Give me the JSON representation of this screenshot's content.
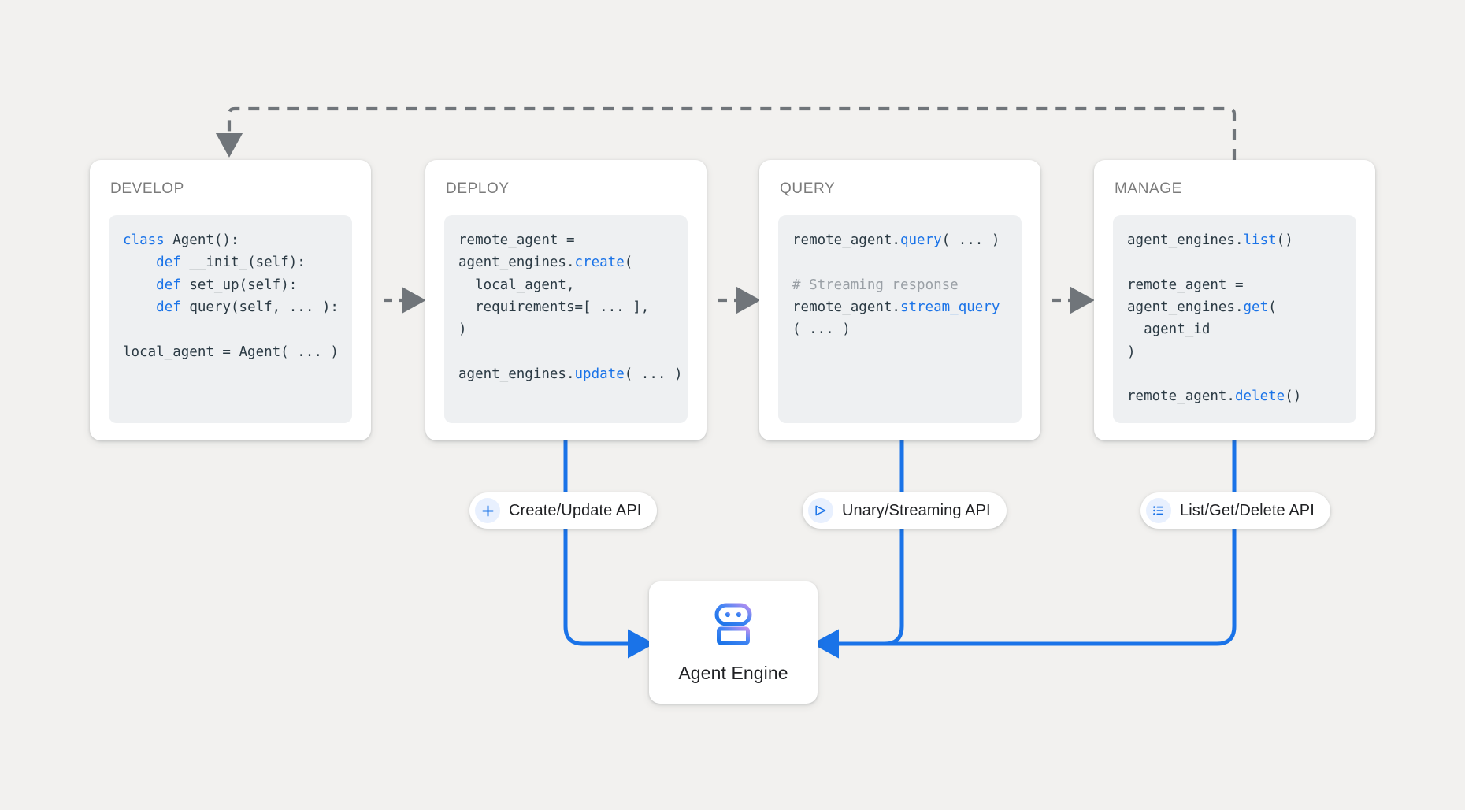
{
  "diagram": {
    "title_hidden": "",
    "colors": {
      "background": "#f2f1ef",
      "card": "#ffffff",
      "code_bg": "#eef0f2",
      "accent_blue": "#1a73e8",
      "keyword_blue": "#1a73e8",
      "comment_gray": "#9aa0a6",
      "dashed_gray": "#70757a",
      "stage_title_gray": "#7b7b7b"
    },
    "stages": [
      {
        "id": "develop",
        "title": "DEVELOP",
        "code_lines": [
          {
            "segments": [
              {
                "t": "class ",
                "c": "kw"
              },
              {
                "t": "Agent():",
                "c": ""
              }
            ]
          },
          {
            "segments": [
              {
                "t": "    ",
                "c": ""
              },
              {
                "t": "def ",
                "c": "kw"
              },
              {
                "t": "__init_(self):",
                "c": ""
              }
            ]
          },
          {
            "segments": [
              {
                "t": "    ",
                "c": ""
              },
              {
                "t": "def ",
                "c": "kw"
              },
              {
                "t": "set_up(self):",
                "c": ""
              }
            ]
          },
          {
            "segments": [
              {
                "t": "    ",
                "c": ""
              },
              {
                "t": "def ",
                "c": "kw"
              },
              {
                "t": "query(self, ... ):",
                "c": ""
              }
            ]
          },
          {
            "segments": [
              {
                "t": "",
                "c": ""
              }
            ]
          },
          {
            "segments": [
              {
                "t": "local_agent = Agent( ... )",
                "c": ""
              }
            ]
          }
        ]
      },
      {
        "id": "deploy",
        "title": "DEPLOY",
        "code_lines": [
          {
            "segments": [
              {
                "t": "remote_agent =",
                "c": ""
              }
            ]
          },
          {
            "segments": [
              {
                "t": "agent_engines.",
                "c": ""
              },
              {
                "t": "create",
                "c": "fn"
              },
              {
                "t": "(",
                "c": ""
              }
            ]
          },
          {
            "segments": [
              {
                "t": "  local_agent,",
                "c": ""
              }
            ]
          },
          {
            "segments": [
              {
                "t": "  requirements=[ ... ],",
                "c": ""
              }
            ]
          },
          {
            "segments": [
              {
                "t": ")",
                "c": ""
              }
            ]
          },
          {
            "segments": [
              {
                "t": "",
                "c": ""
              }
            ]
          },
          {
            "segments": [
              {
                "t": "agent_engines.",
                "c": ""
              },
              {
                "t": "update",
                "c": "fn"
              },
              {
                "t": "( ... )",
                "c": ""
              }
            ]
          }
        ]
      },
      {
        "id": "query",
        "title": "QUERY",
        "code_lines": [
          {
            "segments": [
              {
                "t": "remote_agent.",
                "c": ""
              },
              {
                "t": "query",
                "c": "fn"
              },
              {
                "t": "( ... )",
                "c": ""
              }
            ]
          },
          {
            "segments": [
              {
                "t": "",
                "c": ""
              }
            ]
          },
          {
            "segments": [
              {
                "t": "# Streaming response",
                "c": "cm"
              }
            ]
          },
          {
            "segments": [
              {
                "t": "remote_agent.",
                "c": ""
              },
              {
                "t": "stream_query",
                "c": "fn"
              }
            ]
          },
          {
            "segments": [
              {
                "t": "( ... )",
                "c": ""
              }
            ]
          }
        ]
      },
      {
        "id": "manage",
        "title": "MANAGE",
        "code_lines": [
          {
            "segments": [
              {
                "t": "agent_engines.",
                "c": ""
              },
              {
                "t": "list",
                "c": "fn"
              },
              {
                "t": "()",
                "c": ""
              }
            ]
          },
          {
            "segments": [
              {
                "t": "",
                "c": ""
              }
            ]
          },
          {
            "segments": [
              {
                "t": "remote_agent =",
                "c": ""
              }
            ]
          },
          {
            "segments": [
              {
                "t": "agent_engines.",
                "c": ""
              },
              {
                "t": "get",
                "c": "fn"
              },
              {
                "t": "(",
                "c": ""
              }
            ]
          },
          {
            "segments": [
              {
                "t": "  agent_id",
                "c": ""
              }
            ]
          },
          {
            "segments": [
              {
                "t": ")",
                "c": ""
              }
            ]
          },
          {
            "segments": [
              {
                "t": "",
                "c": ""
              }
            ]
          },
          {
            "segments": [
              {
                "t": "remote_agent.",
                "c": ""
              },
              {
                "t": "delete",
                "c": "fn"
              },
              {
                "t": "()",
                "c": ""
              }
            ]
          }
        ]
      }
    ],
    "api_pills": [
      {
        "id": "create-update",
        "label": "Create/Update API",
        "icon": "plus-icon"
      },
      {
        "id": "unary-streaming",
        "label": "Unary/Streaming API",
        "icon": "send-icon"
      },
      {
        "id": "list-get-delete",
        "label": "List/Get/Delete API",
        "icon": "list-icon"
      }
    ],
    "agent_engine": {
      "label": "Agent Engine",
      "icon": "robot-icon"
    },
    "connectors": {
      "stage_arrows": "dashed-arrow",
      "feedback_arrow": "dashed-feedback-loop",
      "api_arrows": "solid-blue-arrow"
    }
  }
}
